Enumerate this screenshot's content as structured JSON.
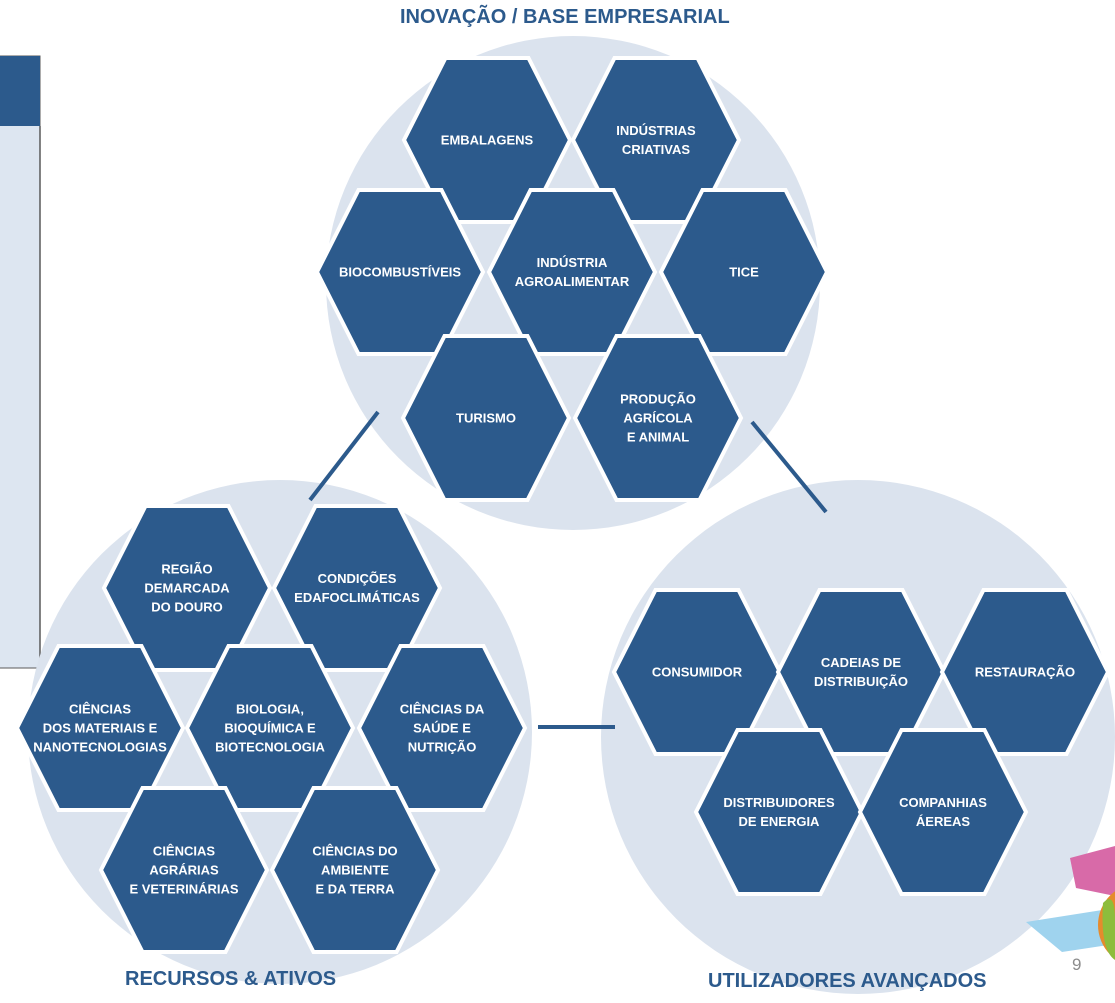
{
  "colors": {
    "hex_fill": "#2c5a8c",
    "hex_stroke": "#ffffff",
    "circle_fill": "#dbe3ee",
    "connector": "#2c5a8c",
    "title_text": "#2c5a8c",
    "side_panel_bar": "#2c5a8c",
    "side_panel_fill": "#dde6f1"
  },
  "clusters": {
    "top": {
      "title": "INOVAÇÃO / BASE EMPRESARIAL",
      "hexes": [
        {
          "lines": [
            "EMBALAGENS"
          ]
        },
        {
          "lines": [
            "INDÚSTRIAS",
            "CRIATIVAS"
          ]
        },
        {
          "lines": [
            "BIOCOMBUSTÍVEIS"
          ]
        },
        {
          "lines": [
            "INDÚSTRIA",
            "AGROALIMENTAR"
          ]
        },
        {
          "lines": [
            "TICE"
          ]
        },
        {
          "lines": [
            "TURISMO"
          ]
        },
        {
          "lines": [
            "PRODUÇÃO",
            "AGRÍCOLA",
            "E ANIMAL"
          ]
        }
      ]
    },
    "left": {
      "title": "RECURSOS & ATIVOS",
      "hexes": [
        {
          "lines": [
            "REGIÃO",
            "DEMARCADA",
            "DO DOURO"
          ]
        },
        {
          "lines": [
            "CONDIÇÕES",
            "EDAFOCLIMÁTICAS"
          ]
        },
        {
          "lines": [
            "CIÊNCIAS",
            "DOS MATERIAIS E",
            "NANOTECNOLOGIAS"
          ]
        },
        {
          "lines": [
            "BIOLOGIA,",
            "BIOQUÍMICA E",
            "BIOTECNOLOGIA"
          ]
        },
        {
          "lines": [
            "CIÊNCIAS DA",
            "SAÚDE E",
            "NUTRIÇÃO"
          ]
        },
        {
          "lines": [
            "CIÊNCIAS",
            "AGRÁRIAS",
            "E VETERINÁRIAS"
          ]
        },
        {
          "lines": [
            "CIÊNCIAS DO",
            "AMBIENTE",
            "E DA TERRA"
          ]
        }
      ]
    },
    "right": {
      "title": "UTILIZADORES AVANÇADOS",
      "hexes": [
        {
          "lines": [
            "CONSUMIDOR"
          ]
        },
        {
          "lines": [
            "CADEIAS DE",
            "DISTRIBUIÇÃO"
          ]
        },
        {
          "lines": [
            "RESTAURAÇÃO"
          ]
        },
        {
          "lines": [
            "DISTRIBUIDORES",
            "DE ENERGIA"
          ]
        },
        {
          "lines": [
            "COMPANHIAS",
            "ÁEREAS"
          ]
        }
      ]
    }
  },
  "page_number": "9"
}
